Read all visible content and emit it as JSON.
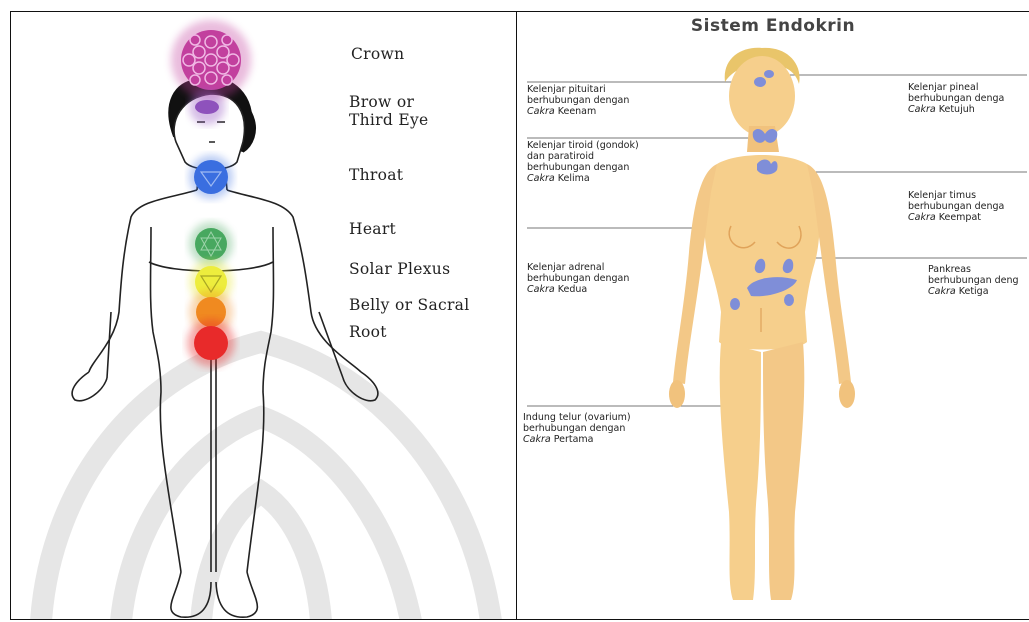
{
  "left_panel": {
    "labels": [
      {
        "text": "Crown"
      },
      {
        "text": "Brow or"
      },
      {
        "text": "Third Eye"
      },
      {
        "text": "Throat"
      },
      {
        "text": "Heart"
      },
      {
        "text": "Solar Plexus"
      },
      {
        "text": "Belly or Sacral"
      },
      {
        "text": "Root"
      }
    ],
    "colors": {
      "crown": "#c2409e",
      "brow": "#9a5fc4",
      "throat": "#3a6ee0",
      "heart": "#48a860",
      "solar": "#e8e83a",
      "sacral": "#f08a20",
      "root": "#e82a2a"
    }
  },
  "right_panel": {
    "title": "Sistem Endokrin",
    "annotations": [
      {
        "l1": "Kelenjar pituitari",
        "l2": "berhubungan dengan",
        "cakra": "Cakra",
        "suffix": "Keenam"
      },
      {
        "l1": "Kelenjar tiroid (gondok)",
        "l2": "dan paratiroid",
        "l3": "berhubungan dengan",
        "cakra": "Cakra",
        "suffix": "Kelima"
      },
      {
        "l1": "Kelenjar adrenal",
        "l2": "berhubungan dengan",
        "cakra": "Cakra",
        "suffix": "Kedua"
      },
      {
        "l1": "Indung telur (ovarium)",
        "l2": "berhubungan dengan",
        "cakra": "Cakra",
        "suffix": "Pertama"
      },
      {
        "l1": "Kelenjar pineal",
        "l2": "berhubungan denga",
        "cakra": "Cakra",
        "suffix": "Ketujuh"
      },
      {
        "l1": "Kelenjar timus",
        "l2": "berhubungan denga",
        "cakra": "Cakra",
        "suffix": "Keempat"
      },
      {
        "l1": "Pankreas",
        "l2": "berhubungan deng",
        "cakra": "Cakra",
        "suffix": "Ketiga"
      }
    ],
    "colors": {
      "skin": "#f6cf8c",
      "skin_shade": "#e8a85e",
      "gland": "#7f8ed8",
      "hair": "#e9c56a"
    }
  }
}
